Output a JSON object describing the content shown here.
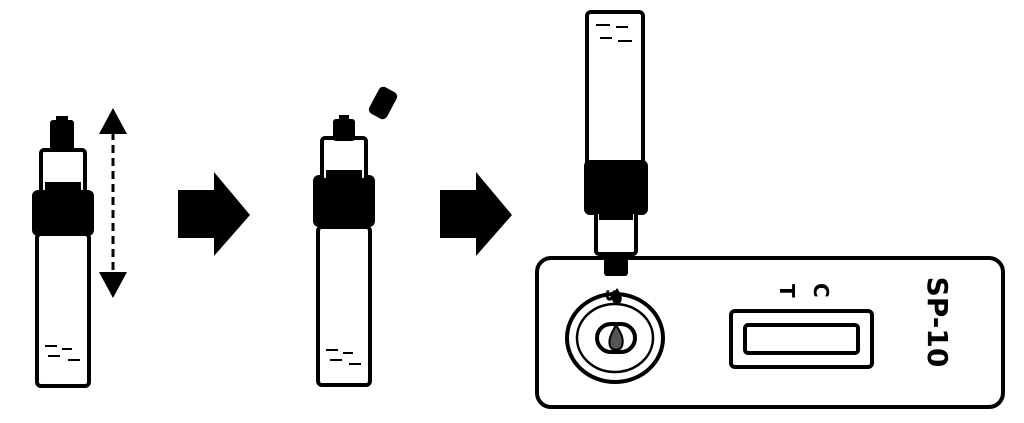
{
  "cassette": {
    "sample_well_label": "S",
    "test_line_label": "T",
    "control_line_label": "C",
    "model_label": "SP-10"
  },
  "colors": {
    "ink": "#000000",
    "paper": "#ffffff",
    "liquid": "#ffffff"
  }
}
